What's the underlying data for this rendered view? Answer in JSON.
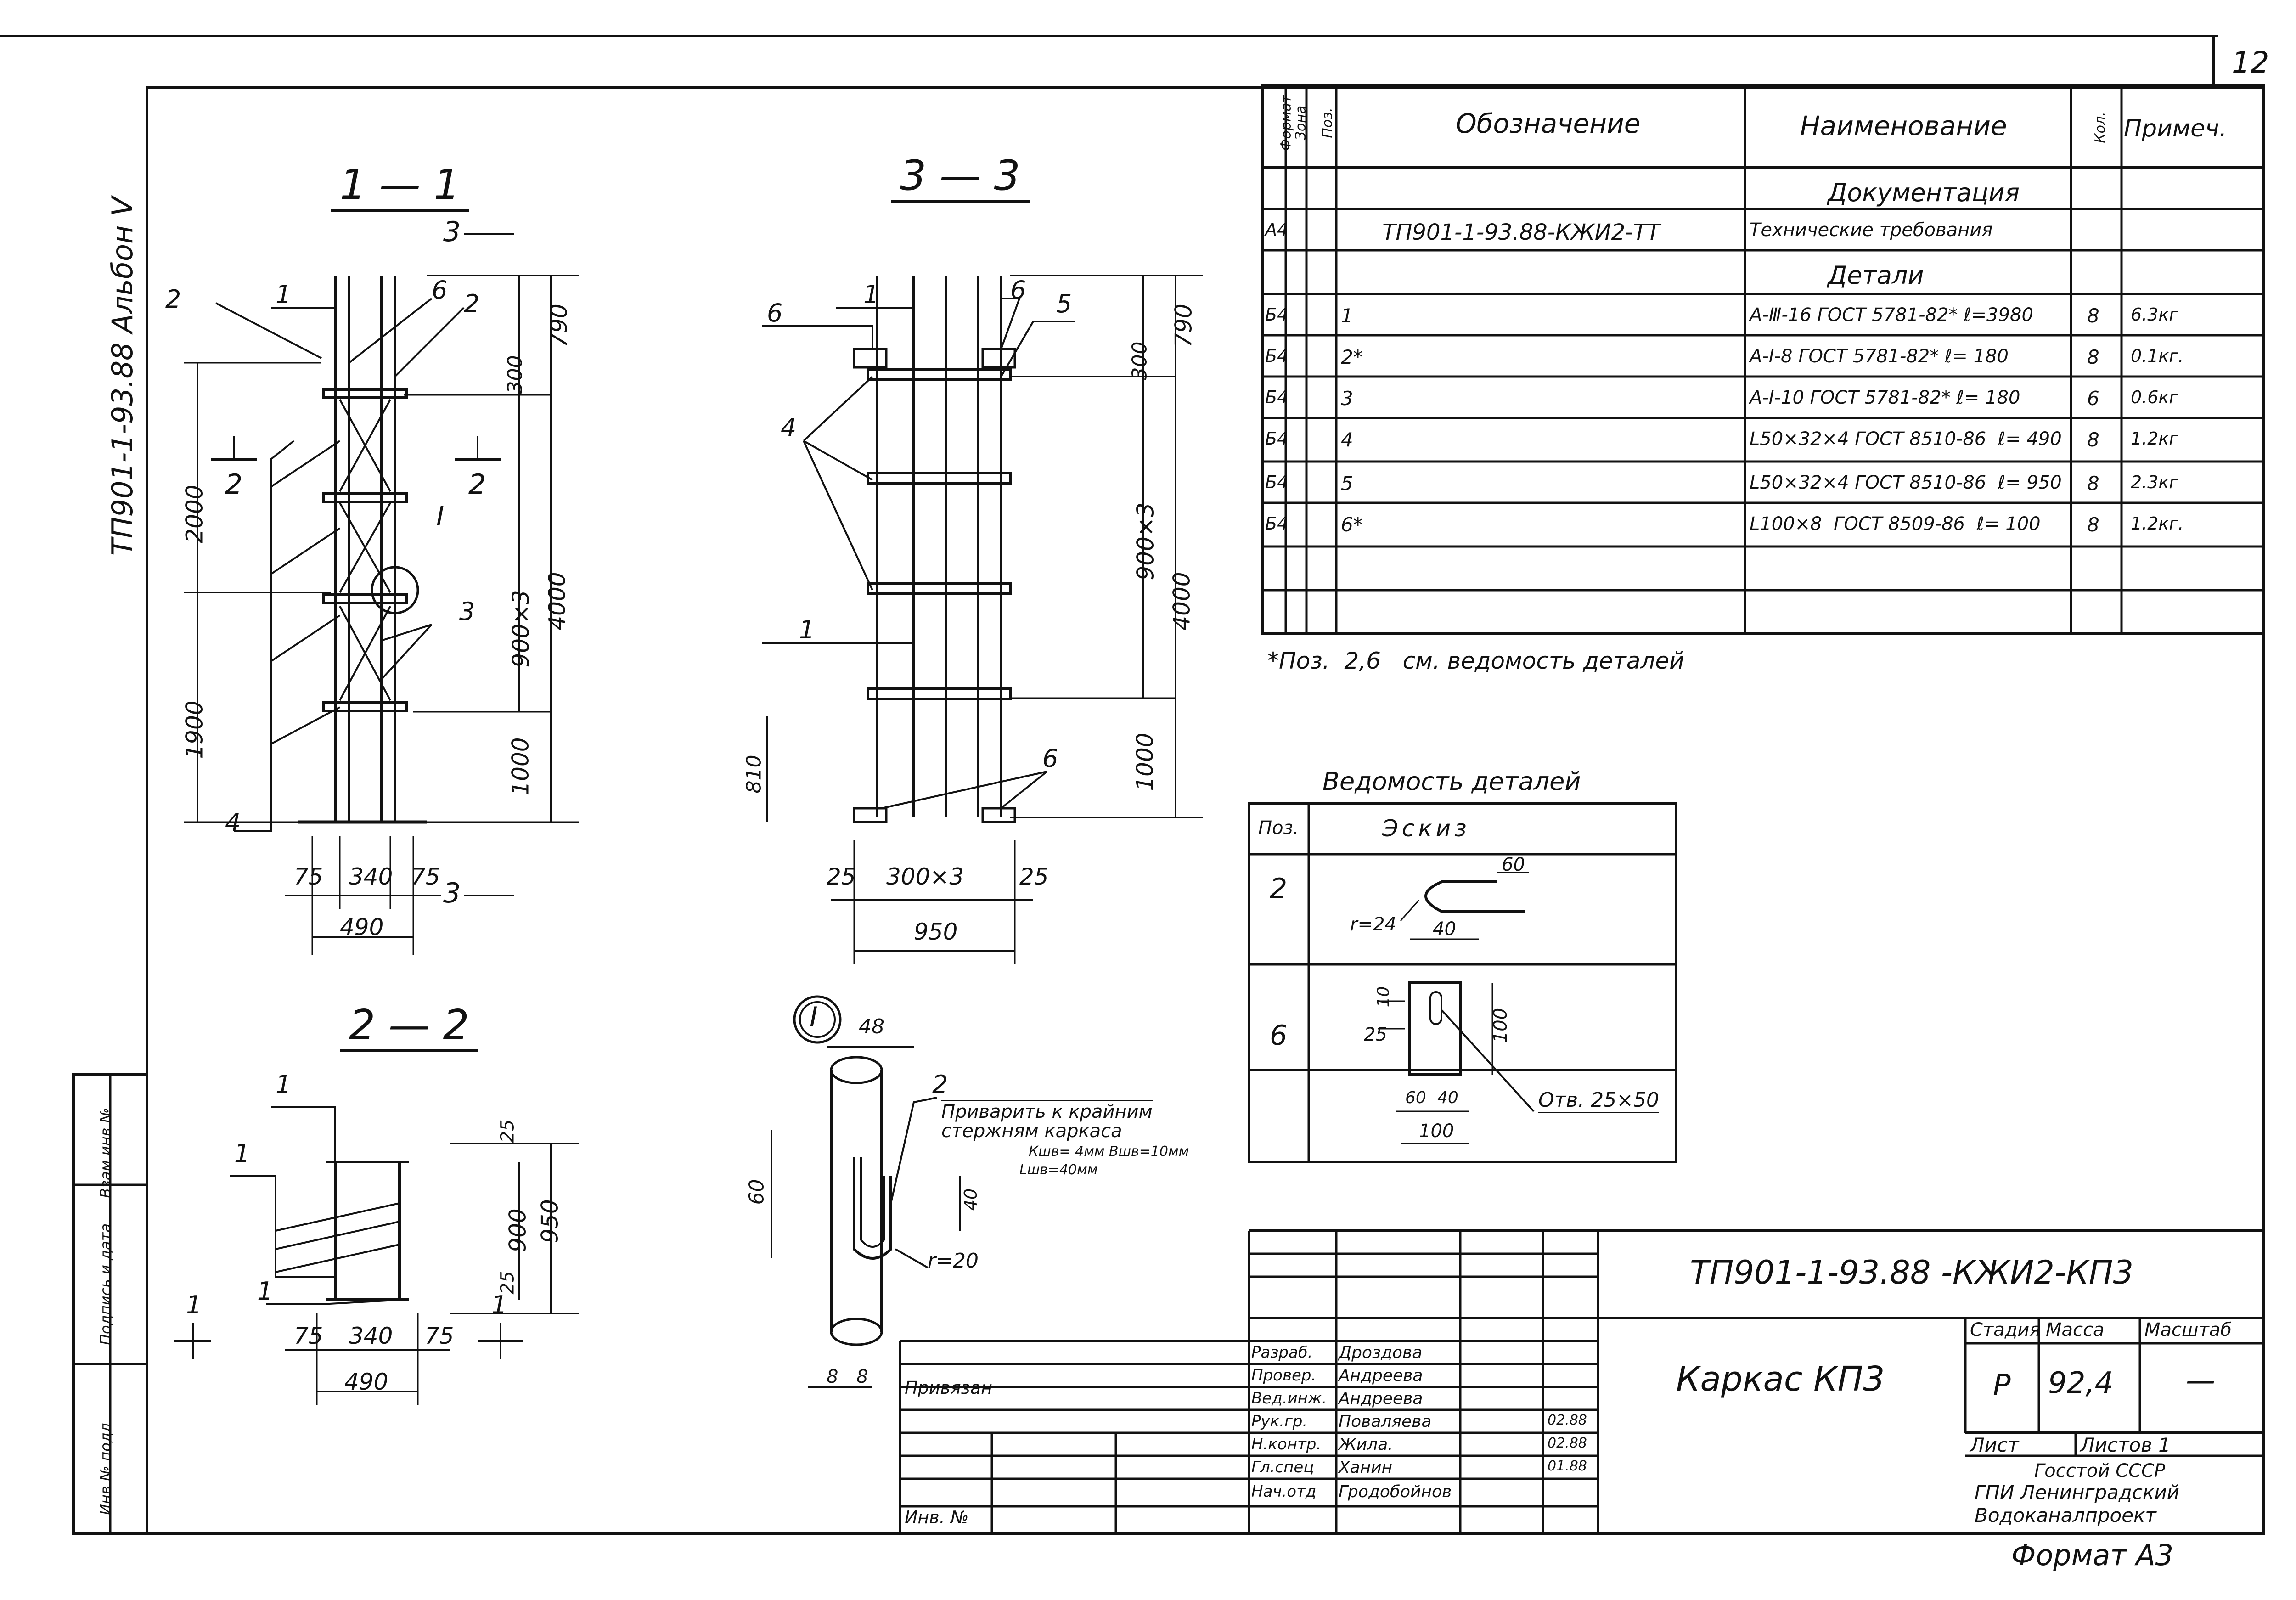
{
  "page_number": "12",
  "side_label": "ТП901-1-93.88  Альбон Ⅴ",
  "format": "Формат А3",
  "sections": {
    "s11": "1 — 1",
    "s33": "3 — 3",
    "s22": "2 — 2",
    "node": "I"
  },
  "view_1_1": {
    "cut_3": "3",
    "cut_2": "2",
    "leaders": [
      "2",
      "1",
      "6",
      "2",
      "I",
      "3",
      "4"
    ],
    "dims_right": [
      "790",
      "300",
      "4000",
      "900×3",
      "1000"
    ],
    "dims_left": [
      "2000",
      "1900"
    ],
    "dims_bottom": [
      "75",
      "340",
      "75",
      "490"
    ]
  },
  "view_3_3": {
    "leaders": [
      "6",
      "1",
      "6",
      "5",
      "4",
      "1",
      "6"
    ],
    "dims_right": [
      "790",
      "300",
      "4000",
      "900×3",
      "1000"
    ],
    "dims_left": [
      "810"
    ],
    "dims_bottom": [
      "25",
      "300×3",
      "25",
      "950"
    ]
  },
  "view_2_2": {
    "leaders": [
      "1",
      "1",
      "1",
      "1",
      "1"
    ],
    "dims_right": [
      "25",
      "950",
      "900",
      "25"
    ],
    "dims_bottom": [
      "75",
      "340",
      "75",
      "490"
    ]
  },
  "node_view": {
    "dims": [
      "48",
      "60",
      "40",
      "8",
      "8"
    ],
    "pos": "2",
    "note_lines": [
      "Приварить к крайним",
      "стержням каркаса",
      "Кшв= 4мм  Вшв=10мм",
      "Lшв=40мм"
    ],
    "r": "r=20"
  },
  "spec": {
    "headers": [
      "Формат",
      "Зона",
      "Поз.",
      "Обозначение",
      "Наименование",
      "Кол.",
      "Примеч."
    ],
    "rows": [
      {
        "fmt": "",
        "zone": "",
        "pos": "",
        "oboz": "",
        "name": "Документация",
        "qty": "",
        "note": ""
      },
      {
        "fmt": "А4",
        "zone": "",
        "pos": "",
        "oboz": "ТП901-1-93.88-КЖИ2-ТТ",
        "name": "Технические требования",
        "qty": "",
        "note": ""
      },
      {
        "fmt": "",
        "zone": "",
        "pos": "",
        "oboz": "",
        "name": "Детали",
        "qty": "",
        "note": ""
      },
      {
        "fmt": "Б4",
        "zone": "",
        "pos": "1",
        "oboz": "",
        "name": "А-Ⅲ-16 ГОСТ 5781-82* ℓ=3980",
        "qty": "8",
        "note": "6.3кг"
      },
      {
        "fmt": "Б4",
        "zone": "",
        "pos": "2*",
        "oboz": "",
        "name": "А-Ⅰ-8 ГОСТ 5781-82* ℓ= 180",
        "qty": "8",
        "note": "0.1кг."
      },
      {
        "fmt": "Б4",
        "zone": "",
        "pos": "3",
        "oboz": "",
        "name": "А-Ⅰ-10 ГОСТ 5781-82* ℓ= 180",
        "qty": "6",
        "note": "0.6кг"
      },
      {
        "fmt": "Б4",
        "zone": "",
        "pos": "4",
        "oboz": "",
        "name": "L50×32×4 ГОСТ 8510-86  ℓ= 490",
        "qty": "8",
        "note": "1.2кг"
      },
      {
        "fmt": "Б4",
        "zone": "",
        "pos": "5",
        "oboz": "",
        "name": "L50×32×4 ГОСТ 8510-86  ℓ= 950",
        "qty": "8",
        "note": "2.3кг"
      },
      {
        "fmt": "Б4",
        "zone": "",
        "pos": "6*",
        "oboz": "",
        "name": "L100×8  ГОСТ 8509-86  ℓ= 100",
        "qty": "8",
        "note": "1.2кг."
      },
      {
        "fmt": "",
        "zone": "",
        "pos": "",
        "oboz": "",
        "name": "",
        "qty": "",
        "note": ""
      },
      {
        "fmt": "",
        "zone": "",
        "pos": "",
        "oboz": "",
        "name": "",
        "qty": "",
        "note": ""
      }
    ],
    "footnote": "*Поз.  2,6   см. ведомость деталей"
  },
  "details": {
    "title": "Ведомость деталей",
    "headers": [
      "Поз.",
      "Эскиз"
    ],
    "row2": {
      "pos": "2",
      "d60": "60",
      "r": "r=24",
      "d40": "40"
    },
    "row6": {
      "pos": "6",
      "d10": "10",
      "d25": "25",
      "d100v": "100",
      "d60": "60",
      "d40": "40",
      "d100": "100",
      "hole": "Отв. 25×50"
    }
  },
  "stamp": {
    "code": "ТП901-1-93.88 -КЖИ2-КП3",
    "title": "Каркас КП3",
    "stage_h": "Стадия",
    "mass_h": "Масса",
    "scale_h": "Масштаб",
    "stage": "Р",
    "mass": "92,4",
    "scale": "—",
    "sheet": "Лист",
    "sheets": "Листов 1",
    "org": [
      "Госстой СССР",
      "ГПИ Ленинградский",
      "Водоканалпроект"
    ],
    "privyazan": "Привязан",
    "inv": "Инв. №",
    "people": [
      {
        "role": "Разраб.",
        "name": "Дроздова",
        "date": ""
      },
      {
        "role": "Провер.",
        "name": "Андреева",
        "date": ""
      },
      {
        "role": "Вед.инж.",
        "name": "Андреева",
        "date": ""
      },
      {
        "role": "Рук.гр.",
        "name": "Поваляева",
        "date": "02.88"
      },
      {
        "role": "Н.контр.",
        "name": "Жила.",
        "date": "02.88"
      },
      {
        "role": "Гл.спец",
        "name": "Ханин",
        "date": "01.88"
      },
      {
        "role": "Нач.отд",
        "name": "Гродобойнов",
        "date": ""
      }
    ],
    "left_strip": [
      "Инв.№ подл.",
      "Подпись и дата",
      "Взам.инв.№"
    ]
  }
}
